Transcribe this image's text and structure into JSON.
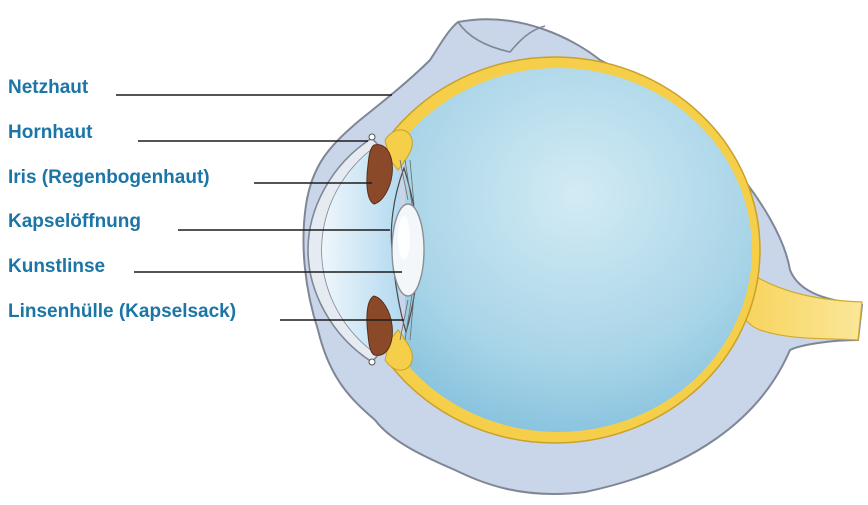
{
  "labels": {
    "retina": "Netzhaut",
    "cornea": "Hornhaut",
    "iris": "Iris (Regenbogenhaut)",
    "capsule_opening": "Kapselöffnung",
    "artificial_lens": "Kunstlinse",
    "capsular_bag": "Linsenhülle (Kapselsack)"
  },
  "colors": {
    "label_text": "#1b75a6",
    "sclera": "#c9d6ea",
    "sclera_outline": "#7f8796",
    "choroid_yellow": "#f6cf4a",
    "vitreous": "#a7d3e6",
    "iris_brown": "#8a4a2a",
    "lens_white": "#f4f7fa",
    "anterior_chamber": "#c6e3f3"
  }
}
